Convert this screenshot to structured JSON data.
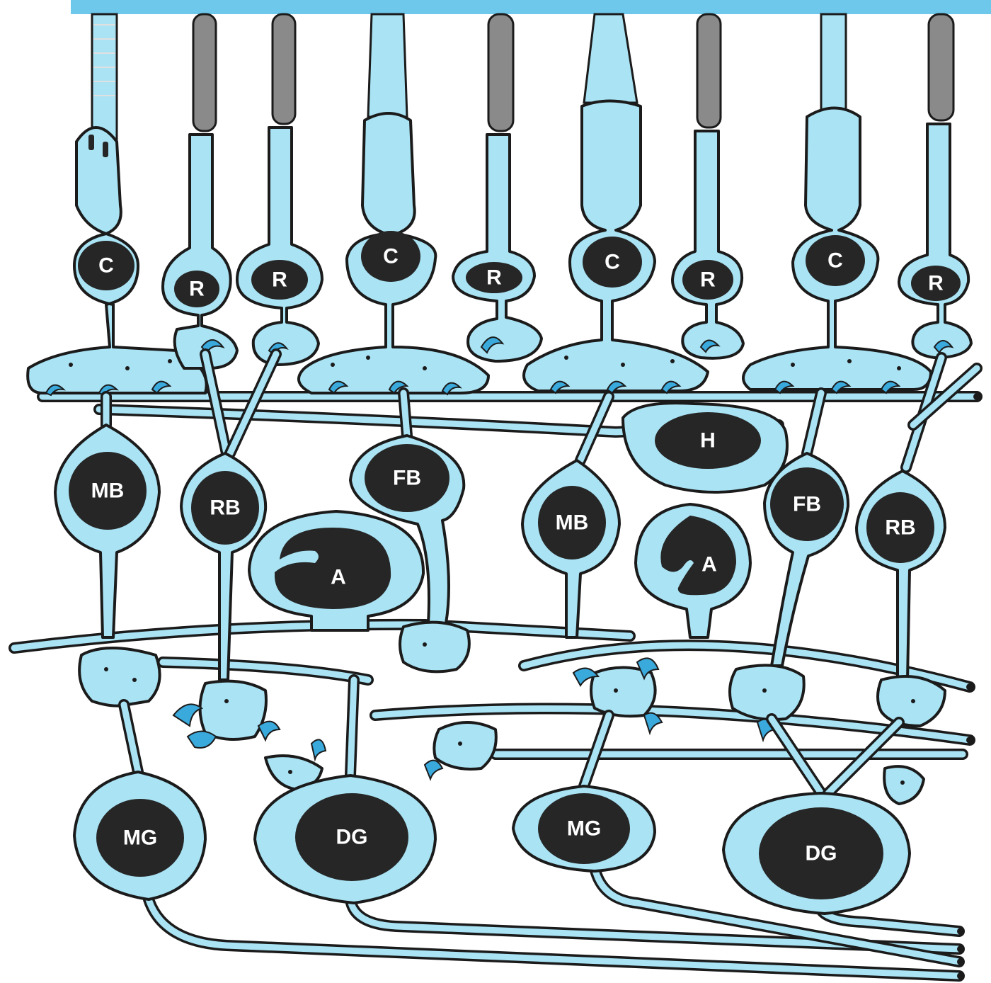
{
  "diagram": {
    "colors": {
      "cytoplasm": "#a9e3f4",
      "outline": "#1b1b1b",
      "nucleus": "#262626",
      "vesicle": "#3aa9dc",
      "top_band": "#6ec8ec"
    },
    "cells": [
      {
        "label": "C"
      },
      {
        "label": "R"
      },
      {
        "label": "R"
      },
      {
        "label": "C"
      },
      {
        "label": "R"
      },
      {
        "label": "C"
      },
      {
        "label": "R"
      },
      {
        "label": "C"
      },
      {
        "label": "R"
      },
      {
        "label": "MB"
      },
      {
        "label": "RB"
      },
      {
        "label": "FB"
      },
      {
        "label": "MB"
      },
      {
        "label": "H"
      },
      {
        "label": "FB"
      },
      {
        "label": "RB"
      },
      {
        "label": "A"
      },
      {
        "label": "A"
      },
      {
        "label": "MG"
      },
      {
        "label": "DG"
      },
      {
        "label": "MG"
      },
      {
        "label": "DG"
      }
    ]
  }
}
